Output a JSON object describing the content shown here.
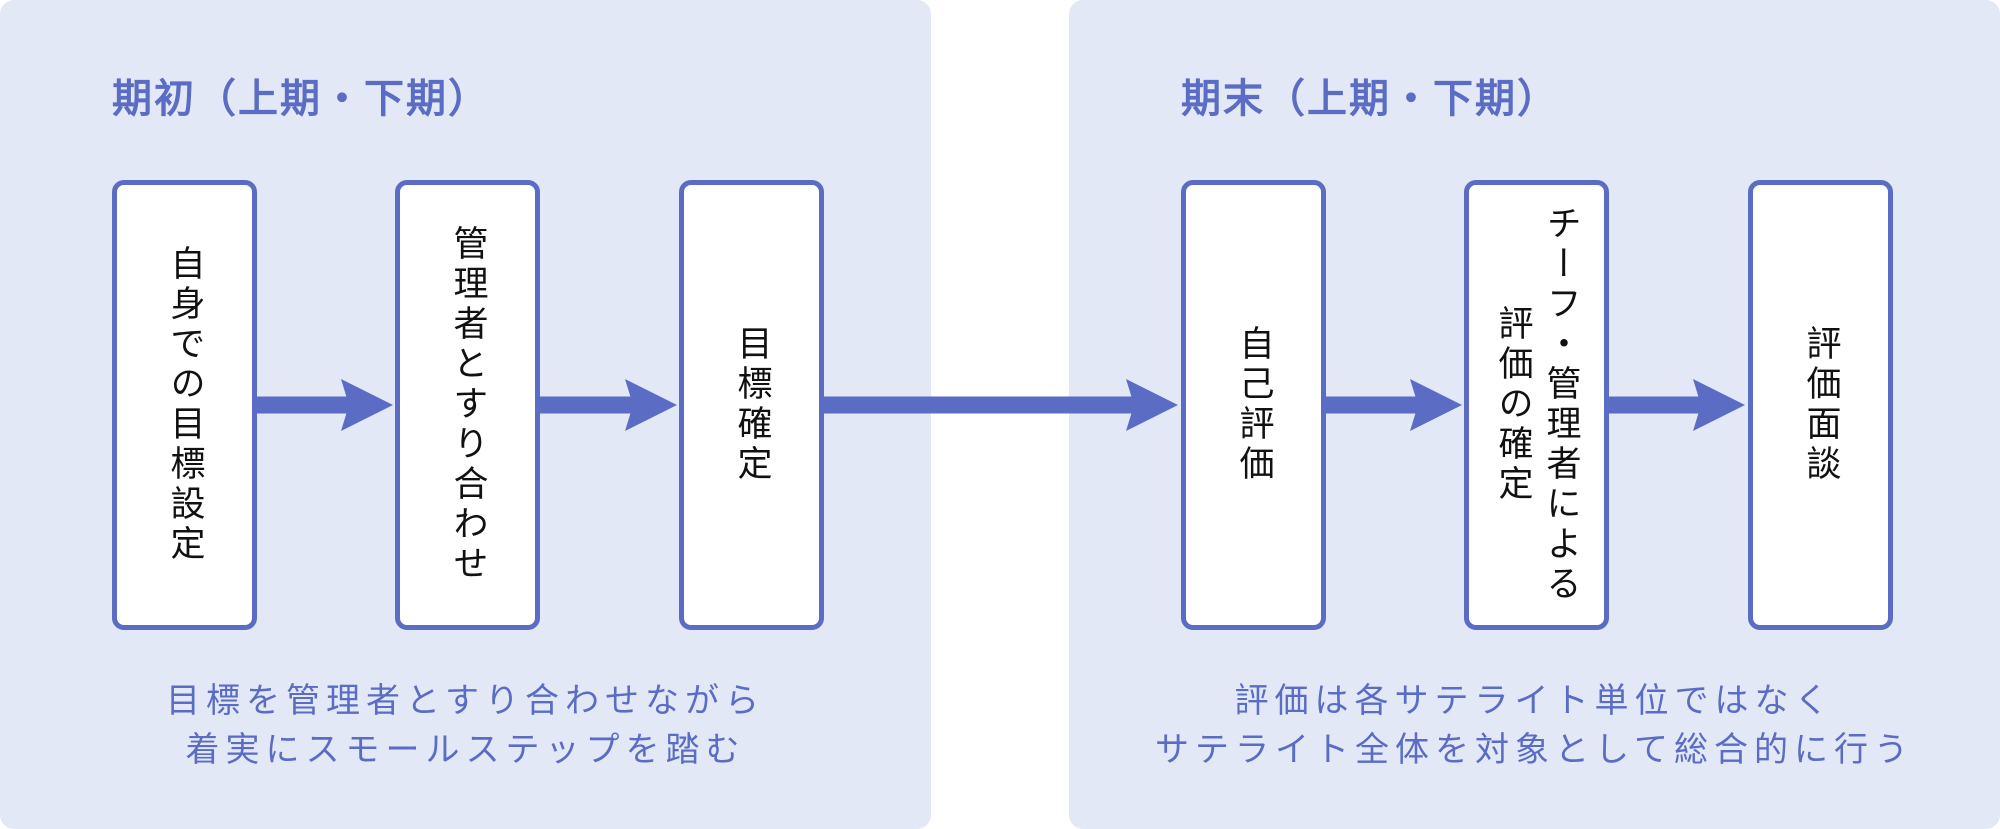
{
  "colors": {
    "accent": "#5a6cc4",
    "panel_background": "#e3e8f7",
    "step_text": "#111111",
    "step_background": "#ffffff"
  },
  "panels": [
    {
      "title": "期初（上期・下期）",
      "caption": [
        "目標を管理者とすり合わせながら",
        "着実にスモールステップを踏む"
      ]
    },
    {
      "title": "期末（上期・下期）",
      "caption": [
        "評価は各サテライト単位ではなく",
        "サテライト全体を対象として総合的に行う"
      ]
    }
  ],
  "steps": [
    {
      "lines": [
        "自身での目標設定"
      ]
    },
    {
      "lines": [
        "管理者とすり合わせ"
      ]
    },
    {
      "lines": [
        "目標確定"
      ]
    },
    {
      "lines": [
        "自己評価"
      ]
    },
    {
      "lines": [
        "チーフ・管理者による",
        "評価の確定"
      ]
    },
    {
      "lines": [
        "評価面談"
      ]
    }
  ]
}
